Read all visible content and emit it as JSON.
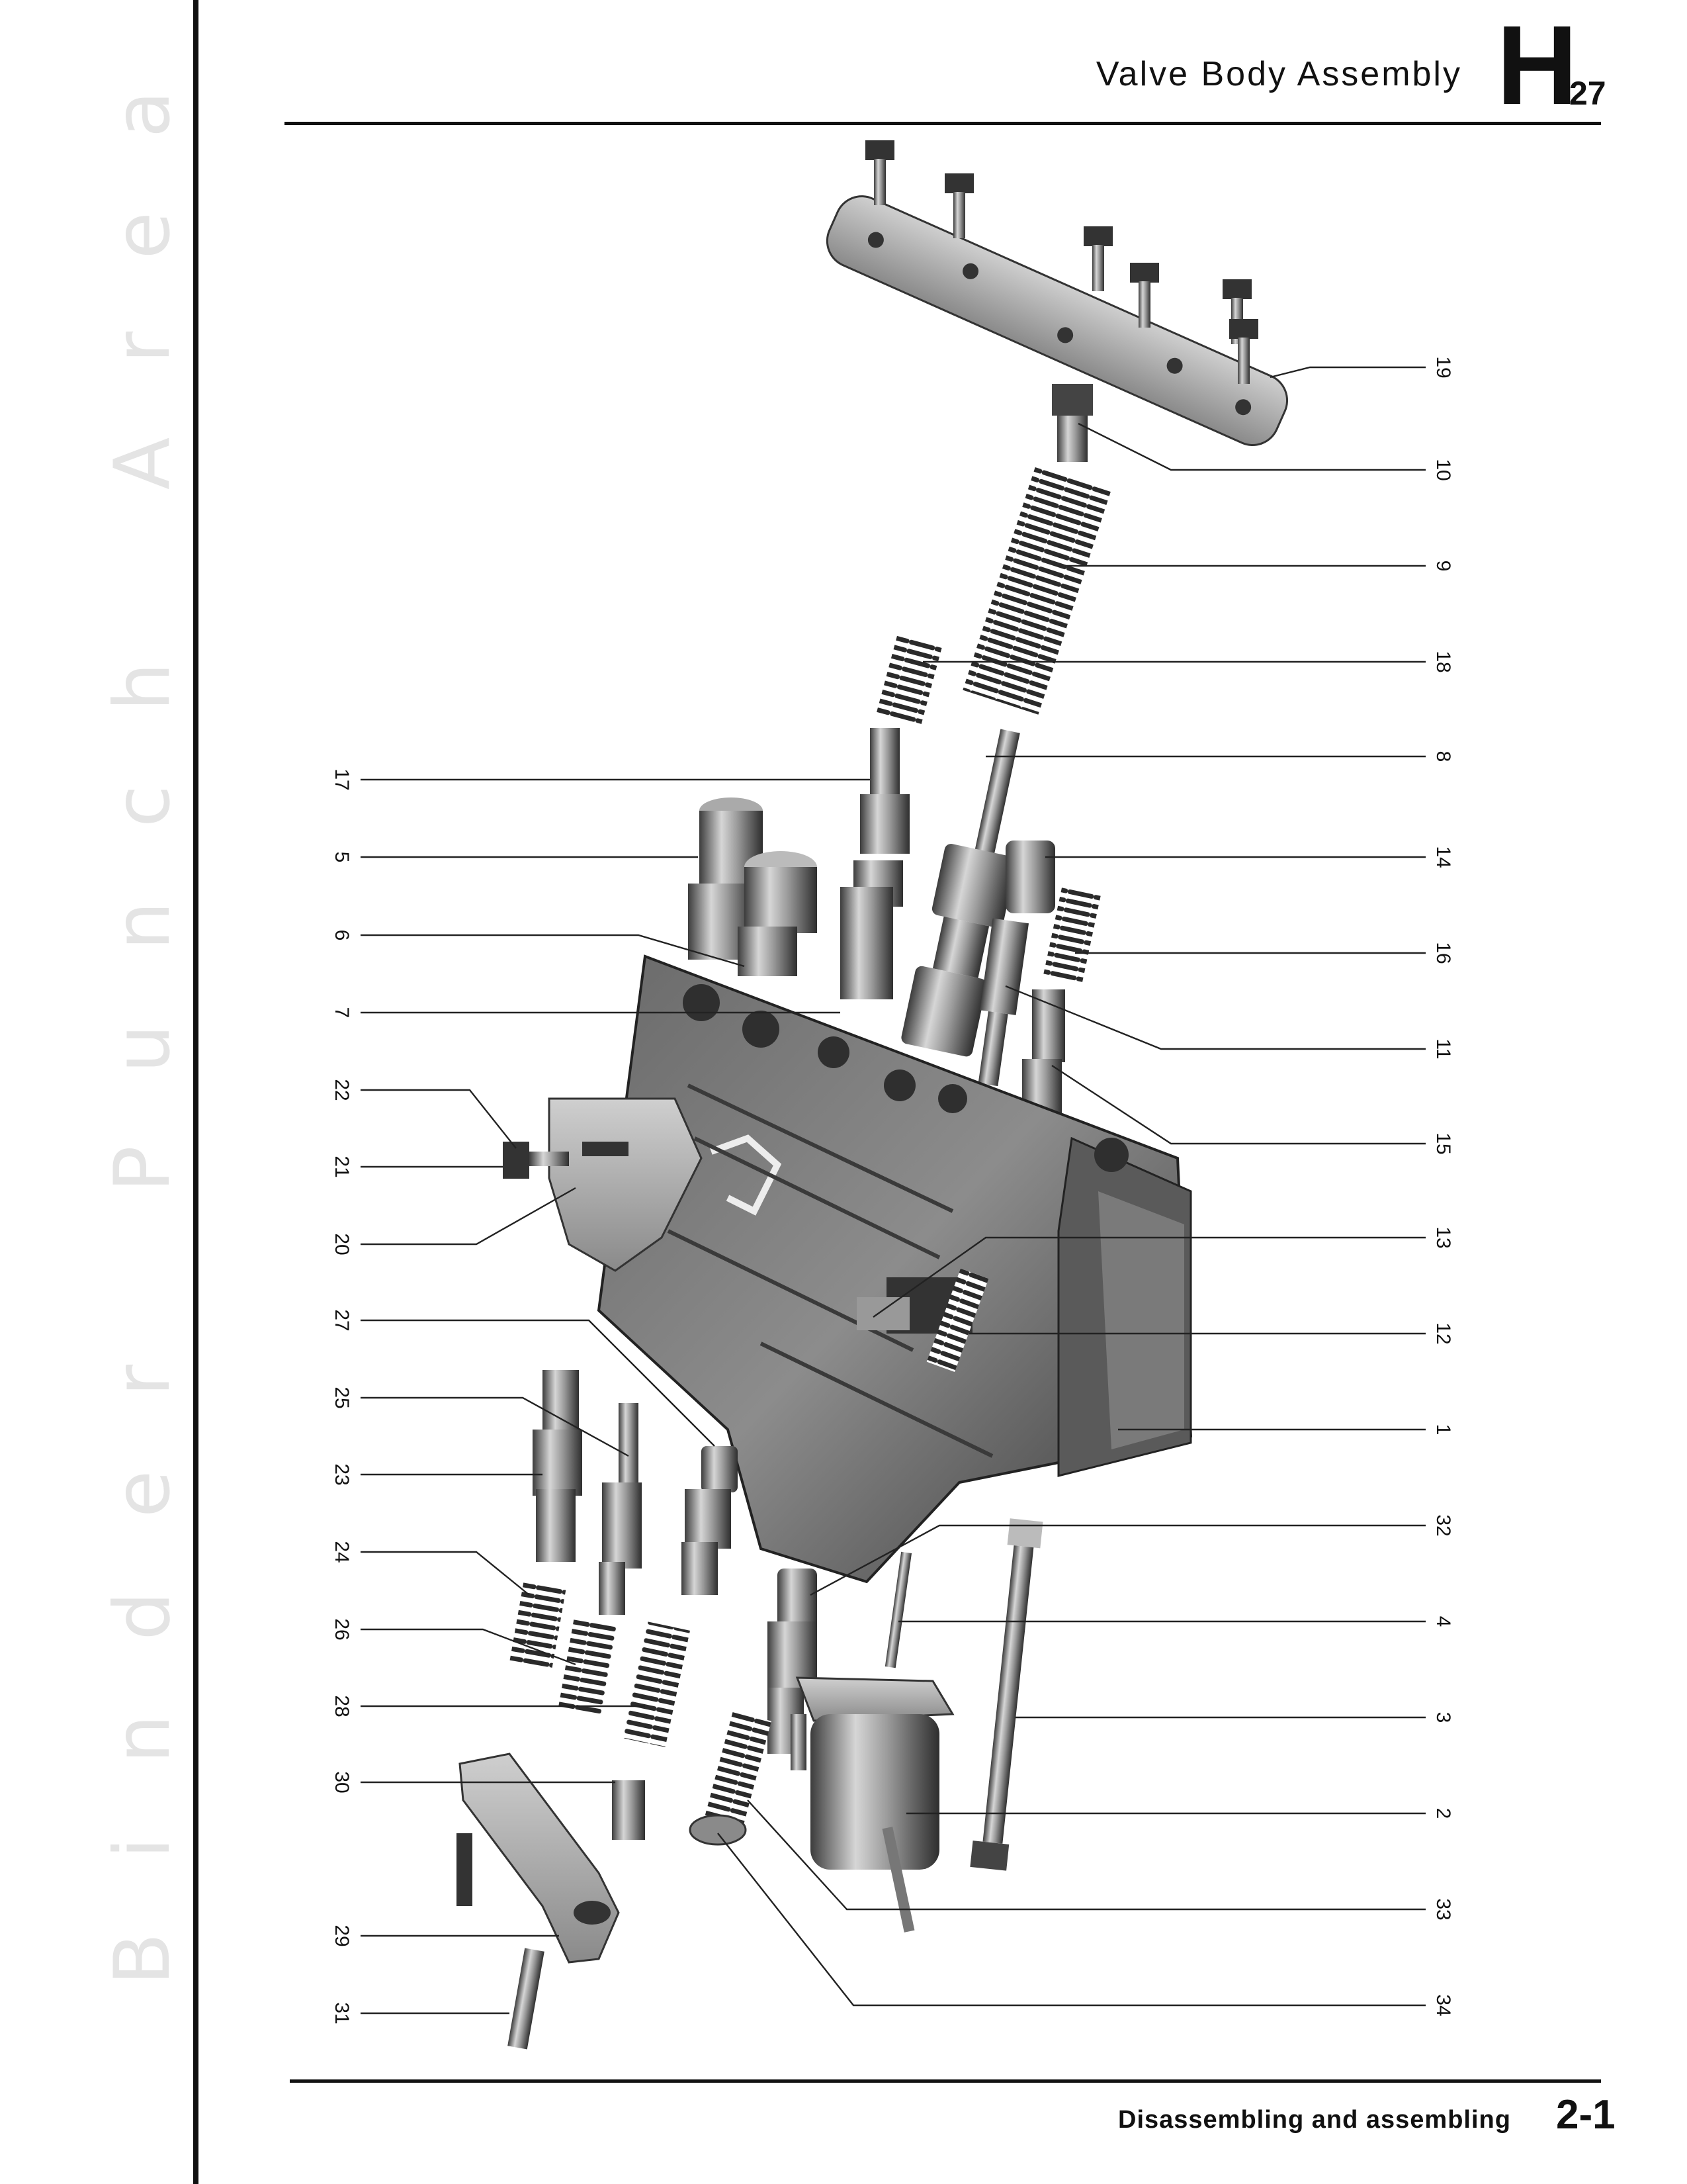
{
  "binder": {
    "text": "Binder Punch Area"
  },
  "header": {
    "title": "Valve Body Assembly",
    "section_letter": "H",
    "section_number": "27"
  },
  "footer": {
    "caption": "Disassembling and assembling",
    "page": "2-1"
  },
  "callouts": {
    "right": [
      "19",
      "10",
      "9",
      "18",
      "8",
      "14",
      "16",
      "11",
      "15",
      "13",
      "12",
      "1",
      "32",
      "4",
      "3",
      "2",
      "33",
      "34"
    ],
    "left": [
      "17",
      "5",
      "6",
      "7",
      "22",
      "21",
      "20",
      "27",
      "25",
      "23",
      "24",
      "26",
      "28",
      "30",
      "29",
      "31"
    ]
  },
  "colors": {
    "ink": "#111111",
    "metal_light": "#d9d9d9",
    "metal_mid": "#9a9a9a",
    "metal_dark": "#4a4a4a",
    "watermark": "#e4e4e4"
  }
}
